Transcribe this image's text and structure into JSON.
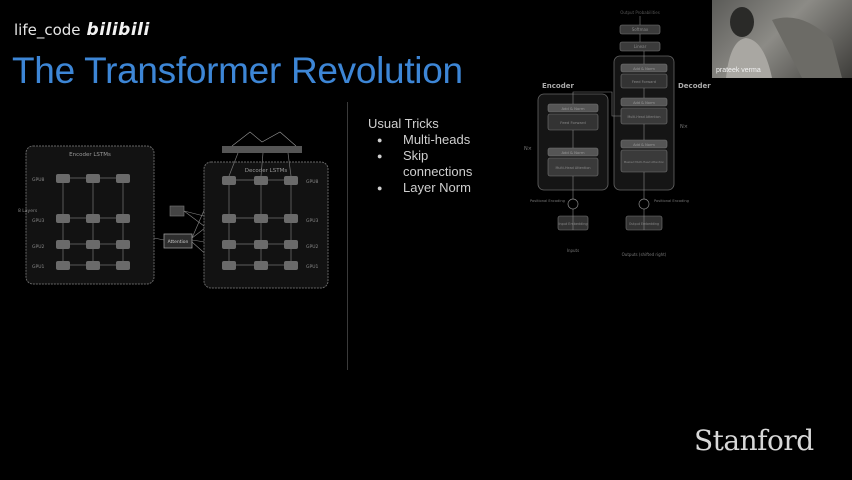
{
  "watermark": {
    "handle": "life_code",
    "brand": "bilibili"
  },
  "slide": {
    "title": "The Transformer Revolution",
    "tricks_heading": "Usual Tricks",
    "tricks": [
      "Multi-heads",
      "Skip connections",
      "Layer Norm"
    ],
    "institution": "Stanford"
  },
  "lstm_diagram": {
    "encoder_label": "Encoder LSTMs",
    "decoder_label": "Decoder LSTMs",
    "attention_label": "Attention",
    "layers_label": "8 Layers",
    "gpu_labels": [
      "GPU8",
      "GPU3",
      "GPU2",
      "GPU1"
    ]
  },
  "transformer_diagram": {
    "encoder_label": "Encoder",
    "decoder_label": "Decoder",
    "n_label": "N×",
    "block_labels": {
      "add_norm": "Add & Norm",
      "feed_forward": "Feed Forward",
      "multi_head_attention": "Multi-Head Attention",
      "masked_attention": "Masked Multi-Head Attention",
      "linear": "Linear",
      "softmax": "Softmax",
      "input_embedding": "Input Embedding",
      "output_embedding": "Output Embedding",
      "positional_encoding": "Positional Encoding",
      "output_probabilities": "Output Probabilities",
      "inputs": "Inputs",
      "outputs": "Outputs (shifted right)"
    }
  },
  "webcam": {
    "name": "prateek verma"
  }
}
